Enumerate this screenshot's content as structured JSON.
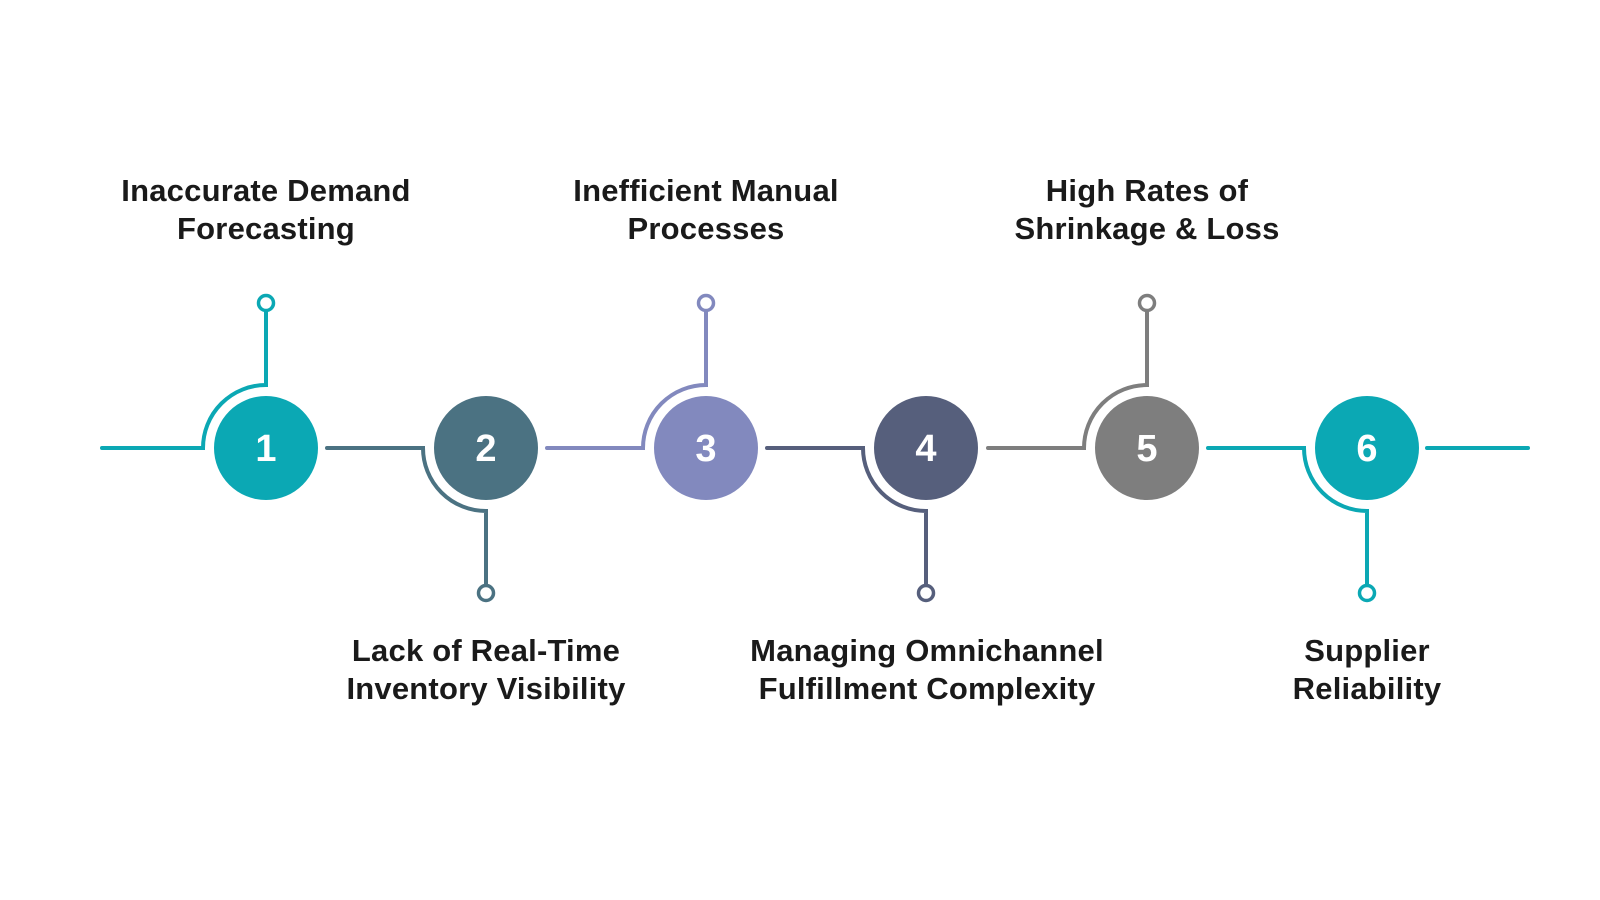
{
  "diagram": {
    "type": "horizontal-process-timeline",
    "background_color": "#ffffff",
    "label_text_color": "#1a1a1a",
    "number_text_color": "#ffffff",
    "steps": [
      {
        "number": "1",
        "label": "Inaccurate Demand\nForecasting",
        "color": "#0ba8b4",
        "label_position": "top"
      },
      {
        "number": "2",
        "label": "Lack of Real-Time\nInventory Visibility",
        "color": "#4b7282",
        "label_position": "bottom"
      },
      {
        "number": "3",
        "label": "Inefficient Manual\nProcesses",
        "color": "#8289be",
        "label_position": "top"
      },
      {
        "number": "4",
        "label": "Managing Omnichannel\nFulfillment Complexity",
        "color": "#565f7c",
        "label_position": "bottom"
      },
      {
        "number": "5",
        "label": "High Rates of\nShrinkage & Loss",
        "color": "#7e7e7e",
        "label_position": "top"
      },
      {
        "number": "6",
        "label": "Supplier\nReliability",
        "color": "#0ba8b4",
        "label_position": "bottom"
      }
    ]
  }
}
